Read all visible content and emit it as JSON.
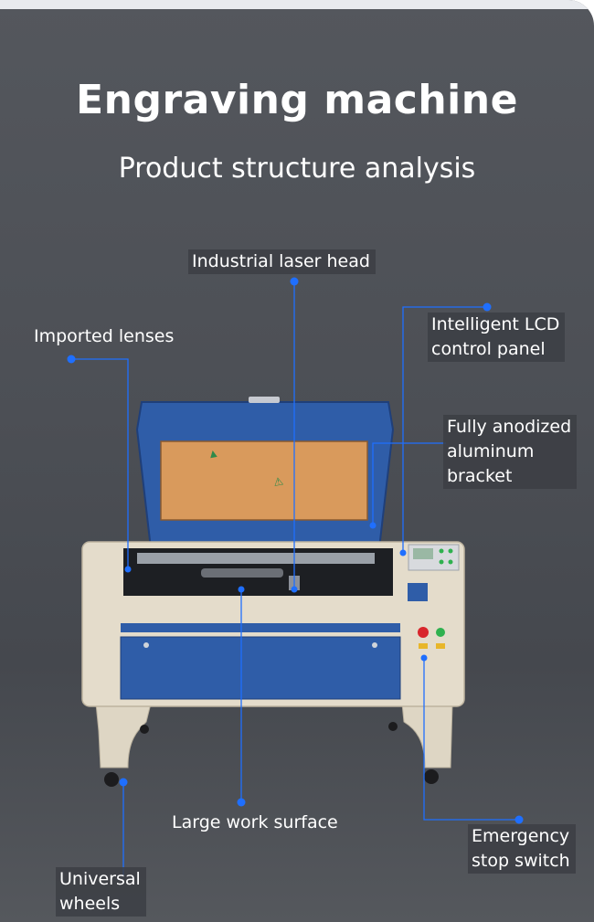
{
  "heading": {
    "title": "Engraving machine",
    "subtitle": "Product structure analysis"
  },
  "callouts": {
    "laser_head": "Industrial laser head",
    "lenses": "Imported lenses",
    "lcd_panel": "Intelligent LCD\ncontrol panel",
    "bracket": "Fully anodized\n aluminum\nbracket",
    "work_surface": "Large work surface",
    "emergency_stop": "Emergency\nstop switch",
    "wheels": "Universal\nwheels"
  },
  "colors": {
    "background": "#4c4f55",
    "callout_line": "#1f6fff",
    "machine_body": "#e4dccb",
    "machine_blue": "#2f5da8",
    "bed_orange": "#d99a5c"
  }
}
